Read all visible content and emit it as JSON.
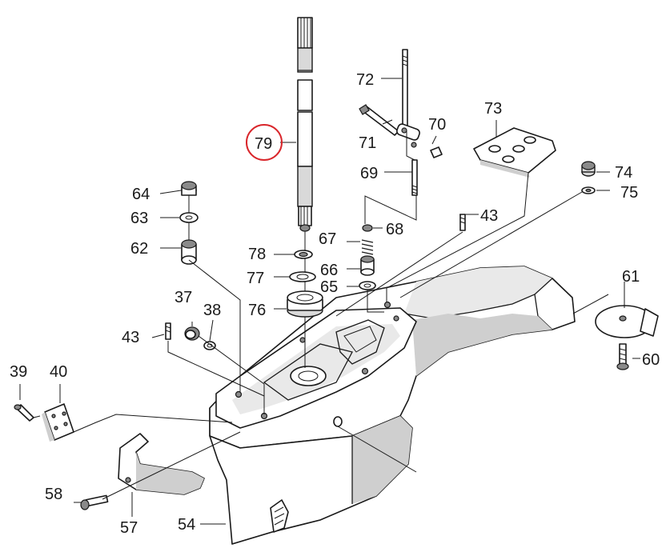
{
  "diagram": {
    "highlight": {
      "part": "79",
      "color": "#d9262b"
    },
    "parts": [
      {
        "id": "39",
        "label": "39"
      },
      {
        "id": "40",
        "label": "40"
      },
      {
        "id": "37",
        "label": "37"
      },
      {
        "id": "38",
        "label": "38"
      },
      {
        "id": "43a",
        "label": "43"
      },
      {
        "id": "43b",
        "label": "43"
      },
      {
        "id": "54",
        "label": "54"
      },
      {
        "id": "57",
        "label": "57"
      },
      {
        "id": "58",
        "label": "58"
      },
      {
        "id": "60",
        "label": "60"
      },
      {
        "id": "61",
        "label": "61"
      },
      {
        "id": "62",
        "label": "62"
      },
      {
        "id": "63",
        "label": "63"
      },
      {
        "id": "64",
        "label": "64"
      },
      {
        "id": "65",
        "label": "65"
      },
      {
        "id": "66",
        "label": "66"
      },
      {
        "id": "67",
        "label": "67"
      },
      {
        "id": "68",
        "label": "68"
      },
      {
        "id": "69",
        "label": "69"
      },
      {
        "id": "70",
        "label": "70"
      },
      {
        "id": "71",
        "label": "71"
      },
      {
        "id": "72",
        "label": "72"
      },
      {
        "id": "73",
        "label": "73"
      },
      {
        "id": "74",
        "label": "74"
      },
      {
        "id": "75",
        "label": "75"
      },
      {
        "id": "76",
        "label": "76"
      },
      {
        "id": "77",
        "label": "77"
      },
      {
        "id": "78",
        "label": "78"
      },
      {
        "id": "79",
        "label": "79"
      }
    ]
  }
}
